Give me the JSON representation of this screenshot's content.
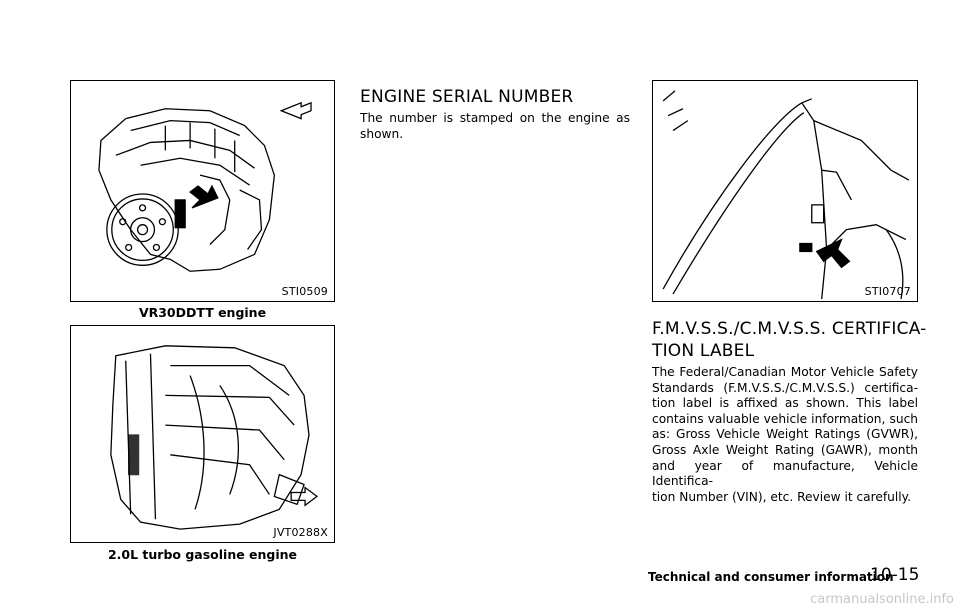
{
  "figures": {
    "engine_vr30": {
      "code": "STI0509",
      "caption": "VR30DDTT engine"
    },
    "engine_20l": {
      "code": "JVT0288X",
      "caption": "2.0L turbo gasoline engine"
    },
    "door_jamb": {
      "code": "STI0707"
    }
  },
  "sections": {
    "engine_serial": {
      "title": "ENGINE SERIAL NUMBER",
      "body": [
        "The number is stamped on the engine as",
        "shown."
      ]
    },
    "fmvss": {
      "title_lines": [
        "F.M.V.S.S./C.M.V.S.S. CERTIFICA-",
        "TION LABEL"
      ],
      "body": [
        "The Federal/Canadian Motor Vehicle Safety",
        "Standards (F.M.V.S.S./C.M.V.S.S.) certifica-",
        "tion label is affixed as shown. This label",
        "contains valuable vehicle information, such",
        "as: Gross Vehicle Weight Ratings (GVWR),",
        "Gross Axle Weight Rating (GAWR), month",
        "and year of manufacture, Vehicle Identifica-",
        "tion Number (VIN), etc. Review it carefully."
      ]
    }
  },
  "footer": {
    "section_label": "Technical and consumer information",
    "page_number": "10-15"
  },
  "watermark": "carmanualsonline.info"
}
